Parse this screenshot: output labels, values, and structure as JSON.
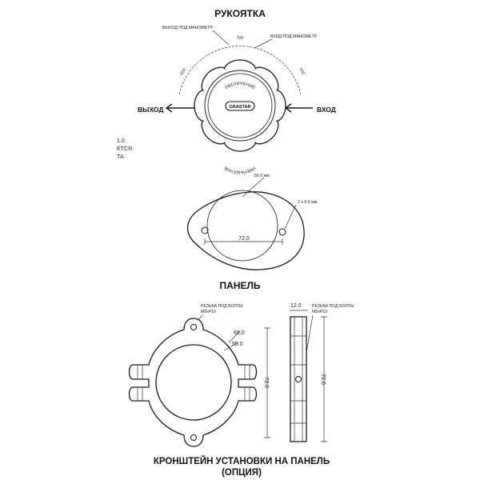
{
  "handle": {
    "title": "РУКОЯТКА",
    "outlet_gauge_label": "ВЫХОД ПОД МАНОМЕТР",
    "inlet_gauge_label": "ВХОД ПОД МАНОМЕТР",
    "dim_top": "700",
    "dim_left": "500",
    "dim_right": "550",
    "outlet_label": "ВЫХОД",
    "inlet_label": "ВХОД",
    "increase_label": "УВЕЛИЧЕНИЕ",
    "decrease_label": "УМЕНЬШЕНИЕ",
    "brand": "GRASTAR",
    "side_lines": [
      "1.0",
      "ЕТСЯ",
      "ТА"
    ]
  },
  "panel": {
    "title": "ПАНЕЛЬ",
    "dim_hole": "56.0 мм",
    "dim_bolts": "2 x 6.5 мм",
    "dim_spacing": "72.0"
  },
  "bracket": {
    "title_line1": "КРОНШТЕЙН УСТАНОВКИ НА ПАНЕЛЬ",
    "title_line2": "(ОПЦИЯ)",
    "bolt_thread_left_1": "РЕЗЬБА ПОД БОЛТЫ",
    "bolt_thread_left_2": "M6xP10",
    "bolt_thread_right_1": "РЕЗЬБА ПОД БОЛТЫ",
    "bolt_thread_right_2": "M6xP10",
    "dim_outer": "65.0",
    "dim_inner": "55.0",
    "dim_height_front": "72.0",
    "dim_width_side": "12.0",
    "dim_height_side": "72.0"
  }
}
